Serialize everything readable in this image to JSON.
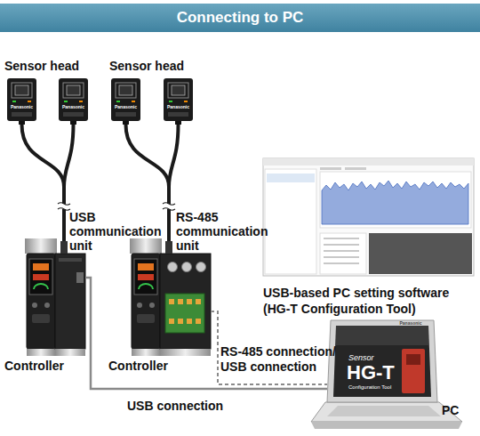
{
  "diagram": {
    "title": "Connecting to PC",
    "nodes": [
      {
        "text": [
          "Sensor head"
        ]
      },
      {
        "text": [
          "Sensor head"
        ]
      },
      {
        "text": [
          "USB communication unit"
        ]
      },
      {
        "text": [
          "Controller"
        ]
      },
      {
        "text": [
          "RS-485 communication unit"
        ]
      },
      {
        "text": [
          "Controller"
        ]
      },
      {
        "text": [
          "USB-based PC setting software (HG-T Configuration Tool)"
        ]
      },
      {
        "text": [
          "PC"
        ]
      }
    ],
    "edges": [
      {
        "from": 0,
        "to": 2,
        "arrow": "none"
      },
      {
        "from": 1,
        "to": 4,
        "arrow": "none"
      },
      {
        "from": 2,
        "to": 7,
        "arrow": "none",
        "label": "USB connection"
      },
      {
        "from": 4,
        "to": 7,
        "arrow": "none",
        "label": "RS-485 connection/ USB connection"
      }
    ],
    "labels": [
      "Panasonic",
      "Panasonic",
      "Panasonic",
      "Panasonic",
      "Panasonic",
      "Sensor",
      "HG-T",
      "Configuration Tool"
    ]
  }
}
